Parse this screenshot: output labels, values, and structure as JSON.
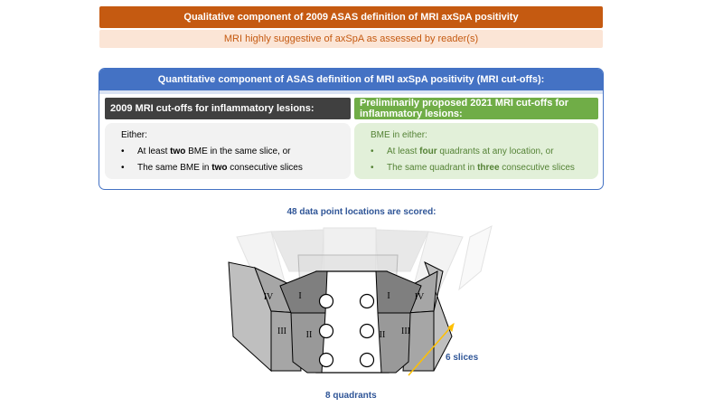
{
  "qualitative": {
    "title": "Qualitative component of 2009 ASAS definition of MRI axSpA positivity",
    "subtitle": "MRI highly suggestive of axSpA as assessed by reader(s)"
  },
  "quantitative": {
    "title": "Quantitative component of ASAS definition of MRI axSpA positivity (MRI cut-offs):",
    "col2009": {
      "header": "2009 MRI cut-offs for inflammatory lesions:",
      "intro": "Either:",
      "bullets": [
        {
          "pre": "At least ",
          "bold": "two",
          "post": " BME in the same slice, or"
        },
        {
          "pre": "The same BME in ",
          "bold": "two",
          "post": " consecutive slices"
        }
      ]
    },
    "col2021": {
      "header": "Preliminarily proposed 2021 MRI cut-offs for inflammatory lesions:",
      "intro": "BME in either:",
      "bullets": [
        {
          "pre": "At least ",
          "bold": "four",
          "post": " quadrants at any location, or"
        },
        {
          "pre": "The same quadrant in ",
          "bold": "three",
          "post": " consecutive slices"
        }
      ]
    },
    "bullet_symbol": "•"
  },
  "diagram": {
    "title": "48 data point locations are scored:",
    "slices_label": "6 slices",
    "quadrants_label": "8 quadrants",
    "quadrant_numerals": {
      "I": "I",
      "II": "II",
      "III": "III",
      "IV": "IV"
    }
  },
  "colors": {
    "orange": "#c55a11",
    "peach": "#fbe5d6",
    "blue": "#4472c4",
    "dark_gray": "#404040",
    "green": "#70ad47",
    "light_green": "#e2f0d9",
    "arrow_yellow": "#ffc000"
  }
}
